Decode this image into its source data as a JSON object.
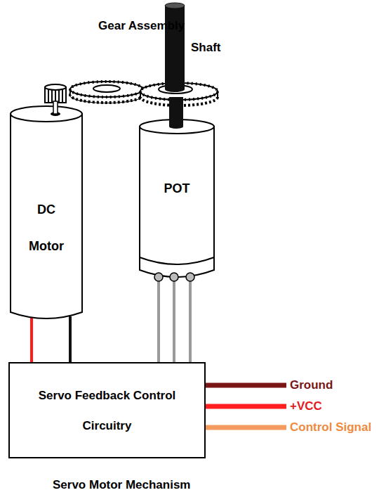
{
  "diagram": {
    "caption": "Servo Motor Mechanism",
    "nodes": [
      {
        "text": [
          "DC Motor"
        ]
      },
      {
        "text": [
          "POT"
        ]
      },
      {
        "text": [
          "Servo Feedback Control Circuitry"
        ]
      }
    ],
    "edges": [
      {
        "from": 0,
        "to": 2,
        "arrow": "none"
      },
      {
        "from": 0,
        "to": 2,
        "arrow": "none"
      },
      {
        "from": 1,
        "to": 2,
        "arrow": "none"
      },
      {
        "from": 1,
        "to": 2,
        "arrow": "none"
      },
      {
        "from": 1,
        "to": 2,
        "arrow": "none"
      }
    ],
    "labels": [
      "Gear Assembly",
      "Shaft",
      "Ground",
      "+VCC",
      "Control Signal"
    ]
  }
}
